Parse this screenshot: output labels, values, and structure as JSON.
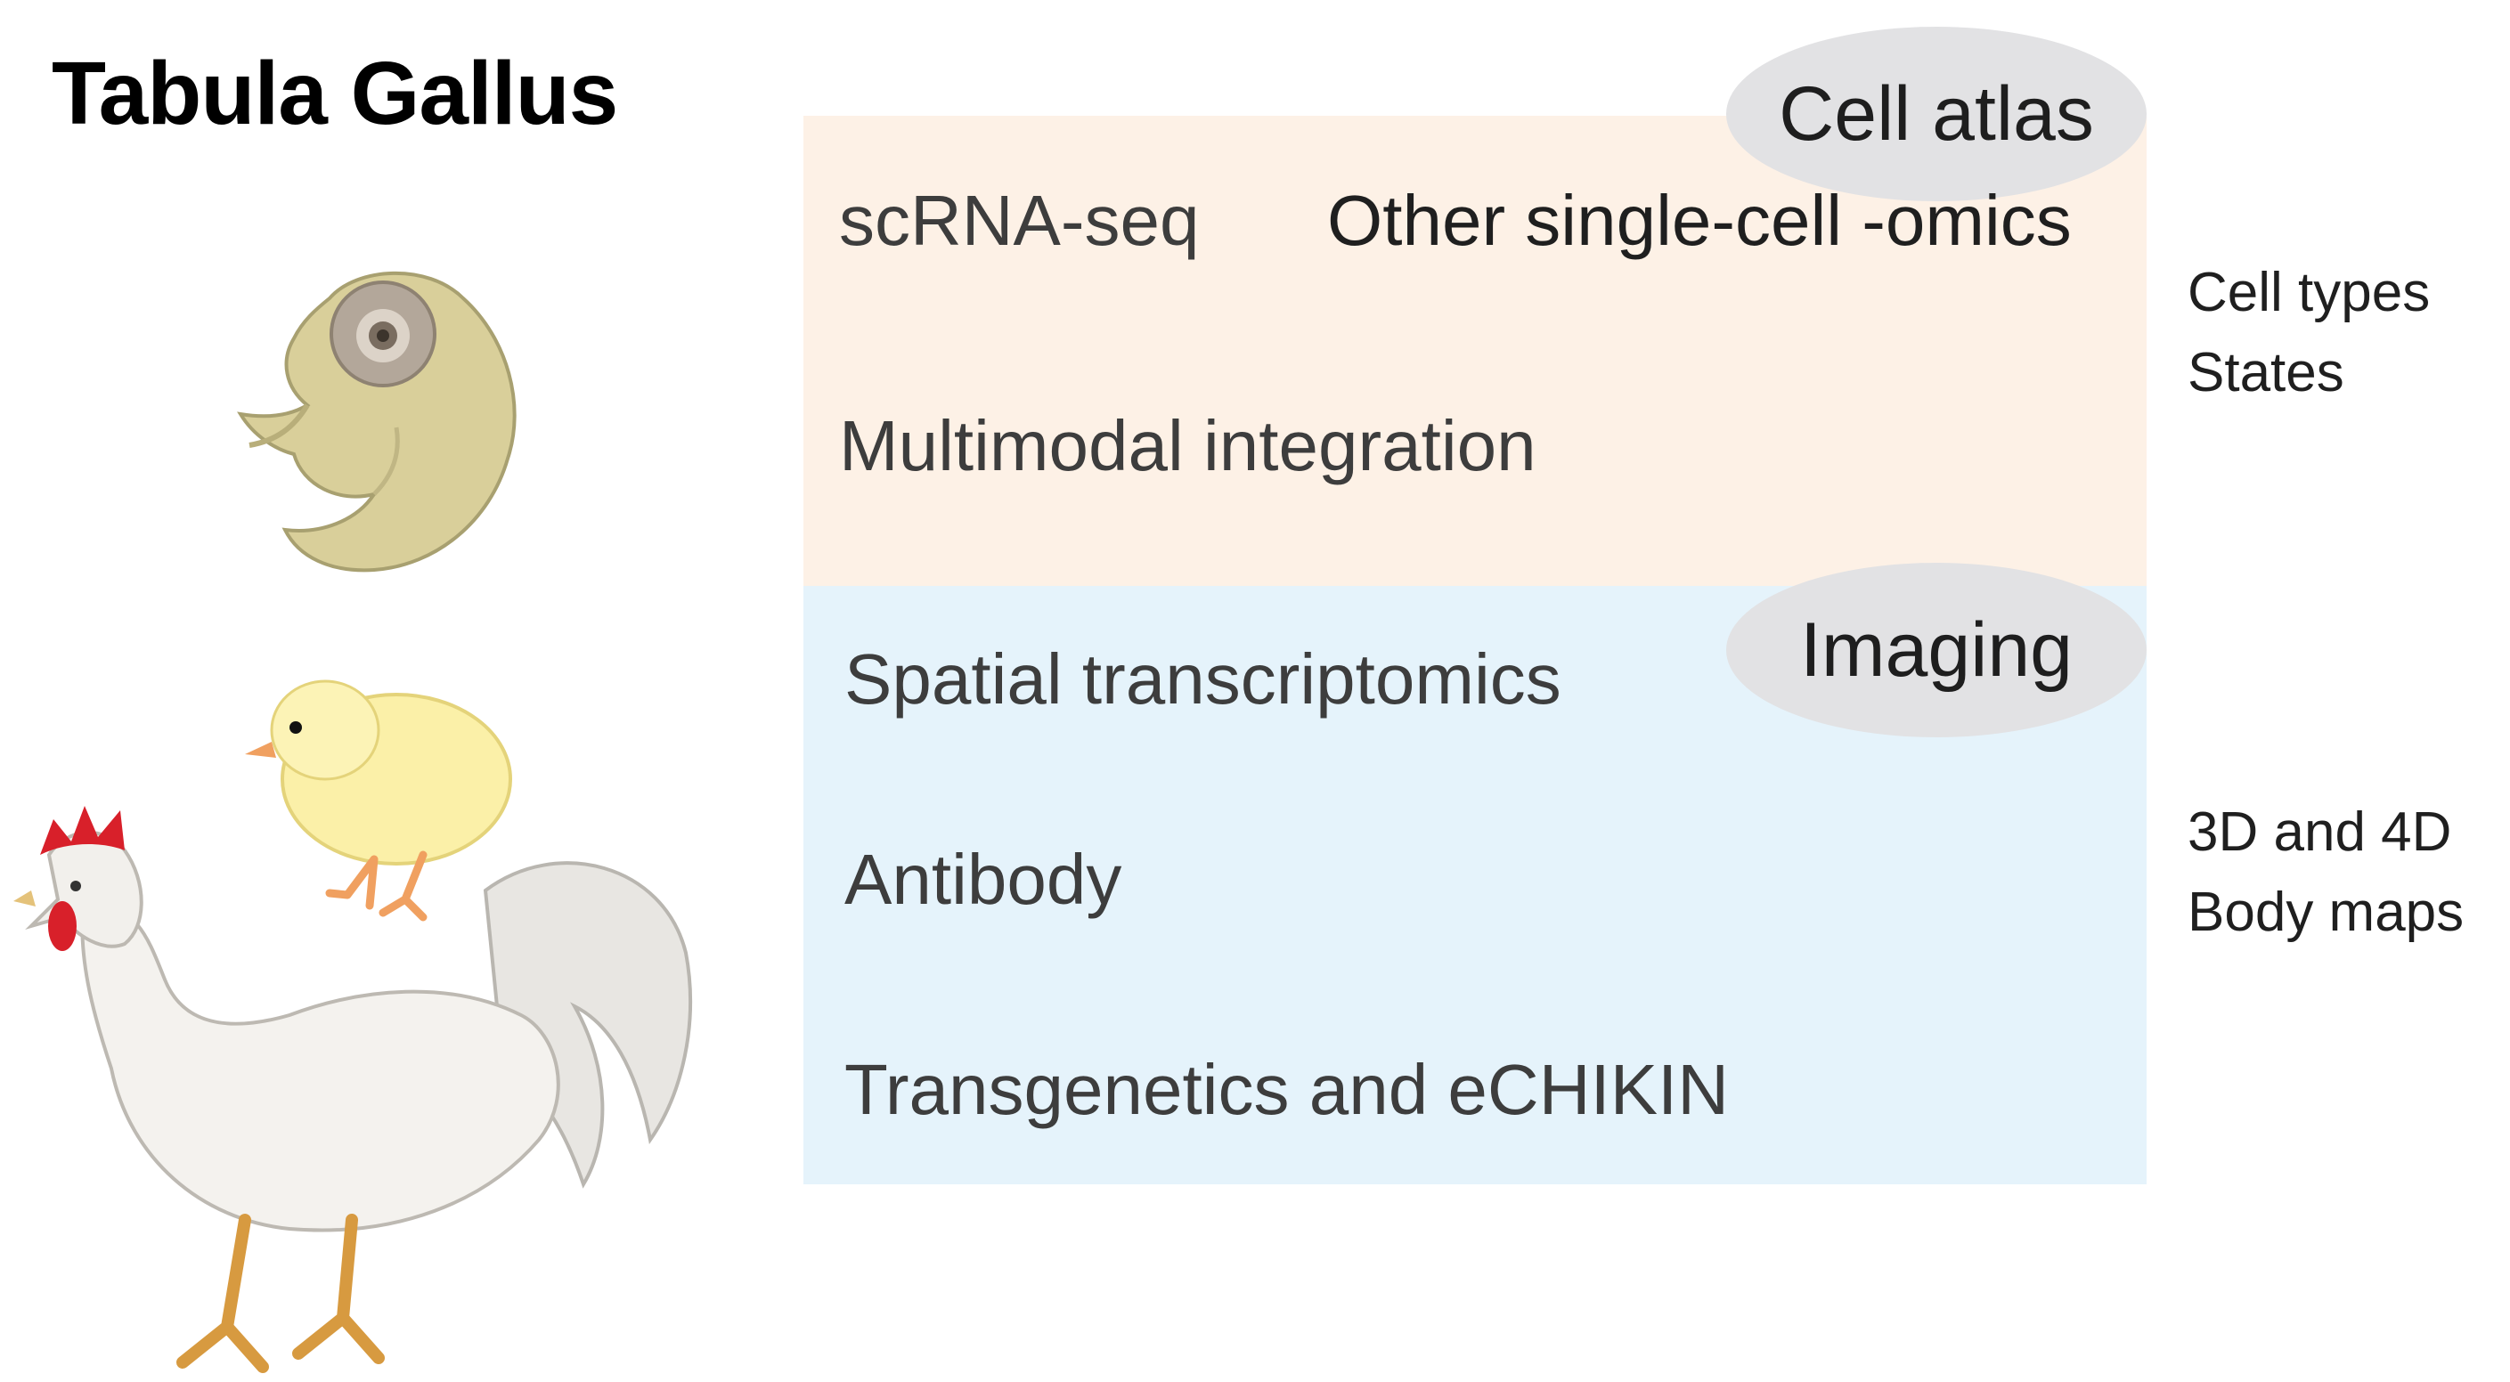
{
  "title": "Tabula Gallus",
  "cell_atlas": {
    "label": "Cell atlas",
    "items": [
      "scRNA-seq",
      "Other single-cell -omics",
      "Multimodal integration"
    ],
    "outcome": [
      "Cell types",
      "States"
    ],
    "color": "#fdf1e6"
  },
  "imaging": {
    "label": "Imaging",
    "items": [
      "Spatial transcriptomics",
      "Antibody",
      "Transgenetics and eCHIKIN"
    ],
    "outcome": [
      "3D and 4D",
      "Body maps"
    ],
    "color": "#e5f3fb"
  },
  "illustrations": [
    "chicken-embryo",
    "chick",
    "rooster"
  ]
}
